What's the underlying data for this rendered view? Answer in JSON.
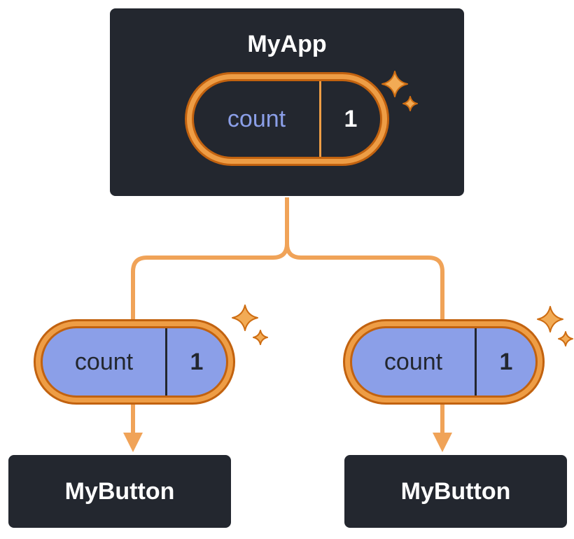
{
  "palette": {
    "node_fill": "#23272F",
    "node_border": "#FFFFFF",
    "node_text": "#FFFFFF",
    "connector_line": "#F0A358",
    "pill_band": "#EE9D45",
    "pill_outline": "#C2620F",
    "state_pill_fill": "#23272F",
    "state_key_color": "#8B9FE8",
    "state_value_color": "#FFFFFF",
    "prop_pill_fill": "#8B9FE8",
    "prop_text_color": "#23272F",
    "sparkle_color": "#F2AB55"
  },
  "tree": {
    "root": {
      "label": "MyApp",
      "state": {
        "key": "count",
        "value": "1"
      }
    },
    "children": [
      {
        "label": "MyButton",
        "prop": {
          "key": "count",
          "value": "1"
        }
      },
      {
        "label": "MyButton",
        "prop": {
          "key": "count",
          "value": "1"
        }
      }
    ]
  }
}
